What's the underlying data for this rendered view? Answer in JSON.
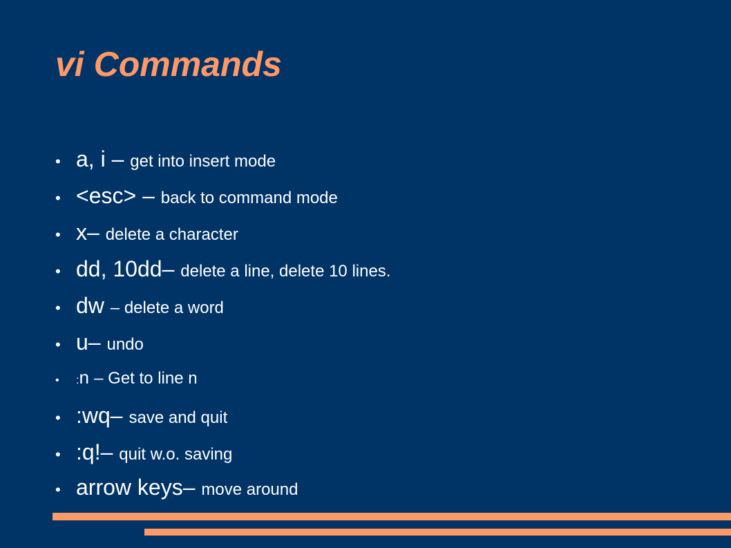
{
  "slide": {
    "title": "vi Commands",
    "bullets": [
      {
        "cmd": "a, i – ",
        "desc": "get into insert mode"
      },
      {
        "cmd": "<esc> – ",
        "desc": " back to command mode"
      },
      {
        "cmd": "x– ",
        "desc": "delete a character"
      },
      {
        "cmd": "dd, 10dd– ",
        "desc": "delete a line, delete 10 lines."
      },
      {
        "cmd": "dw ",
        "desc": "– delete a word"
      },
      {
        "cmd": "u– ",
        "desc": "undo"
      },
      {
        "prefix": ":",
        "cmd": "n ",
        "desc": "– Get to line n"
      },
      {
        "cmd": ":wq– ",
        "desc": "save and quit"
      },
      {
        "cmd": ":q!– ",
        "desc": "quit w.o. saving"
      },
      {
        "cmd": "arrow keys– ",
        "desc": " move around"
      }
    ],
    "bullet_glyph": "•"
  },
  "colors": {
    "background": "#003366",
    "accent": "#ff9966",
    "text": "#ffffff"
  }
}
